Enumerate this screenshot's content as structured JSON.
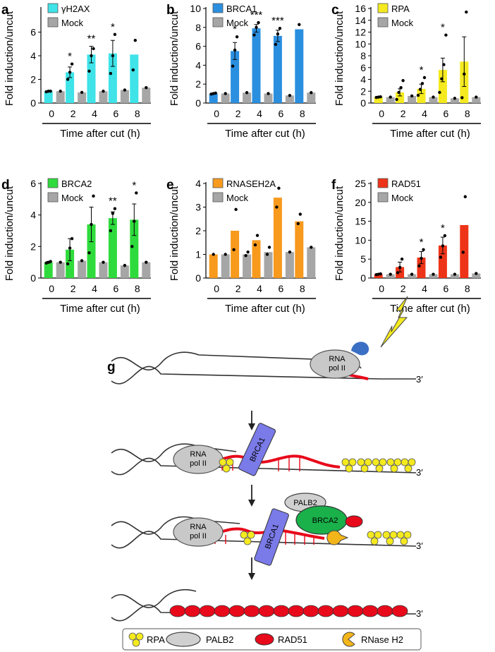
{
  "chart_data": [
    {
      "panel": "a",
      "type": "bar",
      "categories": [
        "0",
        "2",
        "4",
        "6",
        "8"
      ],
      "xlabel": "Time after cut (h)",
      "ylabel": "Fold induction/uncut",
      "ylim": [
        0,
        8
      ],
      "yticks": [
        0,
        2,
        4,
        6
      ],
      "series": [
        {
          "name": "γH2AX",
          "color": "#3fe3e8",
          "values": [
            1.0,
            2.6,
            4.1,
            4.2,
            4.1
          ],
          "err": [
            0.05,
            0.45,
            0.7,
            1.1,
            0
          ],
          "points": [
            [
              0.95,
              1.0,
              1.0
            ],
            [
              2.0,
              2.6,
              3.3
            ],
            [
              2.7,
              4.0,
              4.6
            ],
            [
              2.5,
              4.0,
              5.8
            ],
            [
              2.8,
              5.3
            ]
          ]
        },
        {
          "name": "Mock",
          "color": "#a6a6a6",
          "values": [
            1.0,
            0.9,
            1.0,
            1.1,
            1.3
          ],
          "err": [
            0,
            0,
            0,
            0,
            0
          ],
          "points": [
            [
              1.0
            ],
            [
              0.9
            ],
            [
              1.0
            ],
            [
              1.1
            ],
            [
              1.3
            ]
          ]
        }
      ],
      "stars": [
        "",
        "*",
        "**",
        "*",
        ""
      ]
    },
    {
      "panel": "b",
      "type": "bar",
      "categories": [
        "0",
        "2",
        "4",
        "6",
        "8"
      ],
      "xlabel": "Time after cut (h)",
      "ylabel": "Fold induction/uncut",
      "ylim": [
        0,
        10
      ],
      "yticks": [
        0,
        2,
        4,
        6,
        8,
        10
      ],
      "series": [
        {
          "name": "BRCA1",
          "color": "#2b8fe0",
          "values": [
            1.0,
            5.5,
            7.9,
            7.1,
            7.8
          ],
          "err": [
            0.05,
            0.9,
            0.4,
            0.6,
            0
          ],
          "points": [
            [
              0.95,
              1.0,
              1.05
            ],
            [
              3.9,
              5.6,
              7.0
            ],
            [
              7.2,
              8.0,
              8.5
            ],
            [
              6.2,
              7.3,
              7.9
            ],
            [
              8.3
            ]
          ]
        },
        {
          "name": "Mock",
          "color": "#a6a6a6",
          "values": [
            1.0,
            1.1,
            1.0,
            0.8,
            1.1
          ],
          "err": [
            0,
            0,
            0,
            0,
            0
          ],
          "points": [
            [
              1.0
            ],
            [
              1.1
            ],
            [
              1.0
            ],
            [
              0.8
            ],
            [
              1.1
            ]
          ]
        }
      ],
      "stars": [
        "",
        "*",
        "***",
        "***",
        ""
      ]
    },
    {
      "panel": "c",
      "type": "bar",
      "categories": [
        "0",
        "2",
        "4",
        "6",
        "8"
      ],
      "xlabel": "Time after cut (h)",
      "ylabel": "Fold induction/uncut",
      "ylim": [
        0,
        16
      ],
      "yticks": [
        0,
        2,
        4,
        6,
        8,
        10,
        12,
        14,
        16
      ],
      "series": [
        {
          "name": "RPA",
          "color": "#f4ea1f",
          "values": [
            1.0,
            1.8,
            2.4,
            5.6,
            7.0
          ],
          "err": [
            0.05,
            0.6,
            0.8,
            2.0,
            4.2
          ],
          "points": [
            [
              0.95,
              1.0,
              1.05
            ],
            [
              0.6,
              1.8,
              2.6,
              3.8
            ],
            [
              1.3,
              2.3,
              3.3,
              4.3
            ],
            [
              1.8,
              4.1,
              6.5,
              11.5
            ],
            [
              0.9,
              4.9,
              15.4
            ]
          ]
        },
        {
          "name": "Mock",
          "color": "#a6a6a6",
          "values": [
            1.0,
            1.2,
            1.0,
            0.8,
            1.0
          ],
          "err": [
            0,
            0,
            0,
            0,
            0
          ],
          "points": [
            [
              1.0
            ],
            [
              1.2
            ],
            [
              1.0
            ],
            [
              0.8
            ],
            [
              1.0
            ]
          ]
        }
      ],
      "stars": [
        "",
        "",
        "*",
        "*",
        ""
      ]
    },
    {
      "panel": "d",
      "type": "bar",
      "categories": [
        "0",
        "2",
        "4",
        "6",
        "8"
      ],
      "xlabel": "Time after cut (h)",
      "ylabel": "Fold induction/uncut",
      "ylim": [
        0,
        6
      ],
      "yticks": [
        0,
        2,
        4,
        6
      ],
      "series": [
        {
          "name": "BRCA2",
          "color": "#2fdb3c",
          "values": [
            1.0,
            1.8,
            3.4,
            3.8,
            3.7
          ],
          "err": [
            0.05,
            0.7,
            1.1,
            0.4,
            1.0
          ],
          "points": [
            [
              0.95,
              1.0,
              1.05
            ],
            [
              0.9,
              1.9,
              2.5
            ],
            [
              1.6,
              3.4,
              5.2
            ],
            [
              3.0,
              4.1,
              4.4
            ],
            [
              2.0,
              3.6,
              5.4
            ]
          ]
        },
        {
          "name": "Mock",
          "color": "#a6a6a6",
          "values": [
            1.0,
            1.1,
            1.0,
            0.8,
            1.0
          ],
          "err": [
            0,
            0,
            0,
            0,
            0
          ],
          "points": [
            [
              1.0
            ],
            [
              1.1
            ],
            [
              1.0
            ],
            [
              0.8
            ],
            [
              1.0
            ]
          ]
        }
      ],
      "stars": [
        "",
        "",
        "",
        "**",
        "*"
      ]
    },
    {
      "panel": "e",
      "type": "bar",
      "categories": [
        "0",
        "2",
        "4",
        "6",
        "8"
      ],
      "xlabel": "Time after cut (h)",
      "ylabel": "Fold induction/uncut",
      "ylim": [
        0,
        4
      ],
      "yticks": [
        0,
        1,
        2,
        3,
        4
      ],
      "series": [
        {
          "name": "RNASEH2A",
          "color": "#f79a1d",
          "values": [
            1.0,
            2.0,
            1.6,
            3.4,
            2.4
          ],
          "err": [
            0,
            0,
            0,
            0,
            0
          ],
          "points": [
            [
              1.0
            ],
            [
              1.2,
              2.9
            ],
            [
              1.4,
              1.8
            ],
            [
              3.0,
              3.8
            ],
            [
              2.3,
              2.7
            ]
          ]
        },
        {
          "name": "Mock",
          "color": "#a6a6a6",
          "values": [
            1.0,
            1.0,
            1.1,
            1.1,
            1.3
          ],
          "err": [
            0,
            0,
            0,
            0,
            0
          ],
          "points": [
            [
              1.0
            ],
            [
              0.95,
              1.1
            ],
            [
              1.0,
              1.3
            ],
            [
              1.1
            ],
            [
              1.3
            ]
          ]
        }
      ],
      "stars": [
        "",
        "",
        "",
        "",
        ""
      ]
    },
    {
      "panel": "f",
      "type": "bar",
      "categories": [
        "0",
        "2",
        "4",
        "6",
        "8"
      ],
      "xlabel": "Time after cut (h)",
      "ylabel": "Fold induction/uncut",
      "ylim": [
        0,
        25
      ],
      "yticks": [
        0,
        5,
        10,
        15,
        20,
        25
      ],
      "series": [
        {
          "name": "RAD51",
          "color": "#ee3418",
          "values": [
            1.0,
            2.9,
            5.4,
            8.6,
            14.0
          ],
          "err": [
            0.05,
            1.3,
            1.6,
            2.2,
            0
          ],
          "points": [
            [
              0.9,
              1.0,
              1.1
            ],
            [
              1.4,
              2.8,
              5.0
            ],
            [
              3.2,
              5.2,
              7.5
            ],
            [
              5.5,
              8.5,
              11.2
            ],
            [
              6.8,
              21.5
            ]
          ]
        },
        {
          "name": "Mock",
          "color": "#a6a6a6",
          "values": [
            1.0,
            1.0,
            1.0,
            1.0,
            1.2
          ],
          "err": [
            0,
            0,
            0,
            0,
            0
          ],
          "points": [
            [
              1.0
            ],
            [
              1.0
            ],
            [
              1.0
            ],
            [
              1.0
            ],
            [
              1.2
            ]
          ]
        }
      ],
      "stars": [
        "",
        "",
        "*",
        "*",
        ""
      ]
    }
  ],
  "diagram": {
    "panel_label": "g",
    "rna_pol_line1": "RNA",
    "rna_pol_line2": "pol II",
    "end_label": "3′",
    "brca1": "BRCA1",
    "brca2": "BRCA2",
    "palb2": "PALB2",
    "legend": [
      {
        "name": "RPA",
        "icon": "rpa-trimer-icon",
        "color": "#f4ea1f"
      },
      {
        "name": "PALB2",
        "icon": "palb2-ellipse-icon",
        "color": "#d0d0d0"
      },
      {
        "name": "RAD51",
        "icon": "rad51-oval-icon",
        "color": "#e8091b"
      },
      {
        "name": "RNase H2",
        "icon": "rnase-h2-pacman-icon",
        "color": "#f2b51a"
      }
    ],
    "colors": {
      "rna": "#e8091b",
      "brca1": "#7a7ae8",
      "brca2": "#1ab04a",
      "rpa": "#f4ea1f",
      "lightning": "#f4ea1f",
      "nuclease": "#3a6fc4"
    }
  }
}
